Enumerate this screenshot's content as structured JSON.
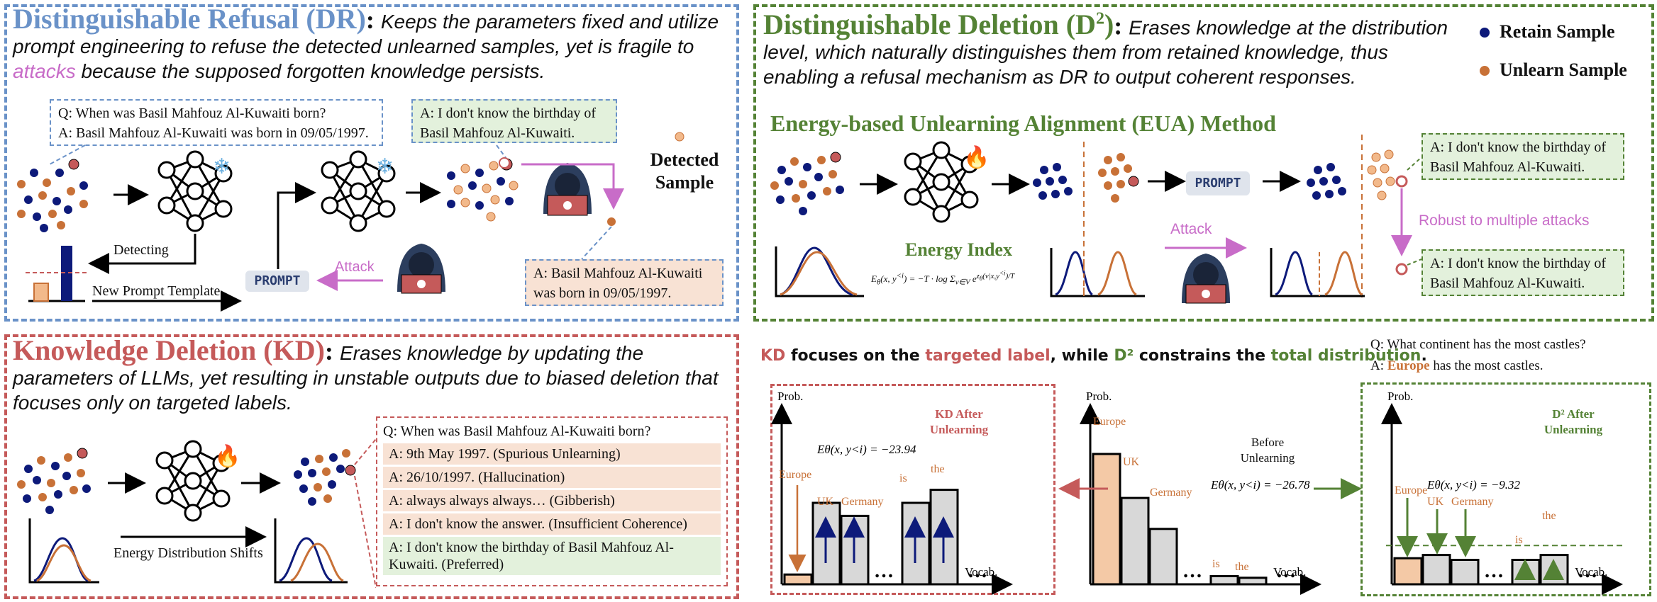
{
  "dr": {
    "title": "Distinguishable Refusal (DR)",
    "desc_1": "Keeps the parameters fixed and utilize prompt engineering to refuse the detected unlearned samples, yet is fragile to ",
    "desc_attacks": "attacks",
    "desc_2": " because the supposed forgotten knowledge persists.",
    "question": "Q: When was Basil Mahfouz Al-Kuwaiti born?",
    "answer": "A: Basil Mahfouz Al-Kuwaiti was born in 09/05/1997.",
    "refusal": "A: I don't know the birthday of Basil Mahfouz Al-Kuwaiti.",
    "leak": "A: Basil Mahfouz Al-Kuwaiti was born in 09/05/1997.",
    "detected_label": "Detected Sample",
    "detecting_label": "Detecting",
    "template_label": "New Prompt Template",
    "prompt_label": "PROMPT",
    "attack_label": "Attack"
  },
  "d2": {
    "title_main": "Distinguishable Deletion (D",
    "title_sup": "2",
    "title_end": ")",
    "desc": "Erases knowledge at the distribution level, which naturally distinguishes them from retained knowledge, thus enabling a refusal mechanism as DR to output coherent responses.",
    "legend_retain": "Retain Sample",
    "legend_unlearn": "Unlearn Sample",
    "method_title": "Energy-based Unlearning Alignment (EUA) Method",
    "energy_index": "Energy Index",
    "prompt_label": "PROMPT",
    "attack_label": "Attack",
    "robust_label": "Robust to multiple attacks",
    "refusal_1": "A: I don't know the birthday of Basil Mahfouz Al-Kuwaiti.",
    "refusal_2": "A: I don't know the birthday of Basil Mahfouz Al-Kuwaiti."
  },
  "kd": {
    "title": "Knowledge Deletion (KD)",
    "desc": "Erases knowledge by updating the parameters of LLMs, yet resulting in unstable outputs due to biased deletion that focuses only on targeted labels.",
    "question": "Q: When was Basil Mahfouz Al-Kuwaiti born?",
    "answers": [
      {
        "text": "A: 9th May 1997. (Spurious Unlearning)",
        "color": "#f8e2d4"
      },
      {
        "text": "A: 26/10/1997. (Hallucination)",
        "color": "#f8e2d4"
      },
      {
        "text": "A: always always always… (Gibberish)",
        "color": "#f8e2d4"
      },
      {
        "text": "A: I don't know the answer. (Insufficient Coherence)",
        "color": "#f8e2d4"
      },
      {
        "text": "A: I don't know the birthday of Basil Mahfouz Al-Kuwaiti. (Preferred)",
        "color": "#e3f1dc"
      }
    ],
    "shift_label": "Energy Distribution Shifts"
  },
  "compare": {
    "headline_kd": "KD",
    "headline_1": " focuses on the ",
    "headline_target": "targeted label",
    "headline_2": ", while ",
    "headline_d2": "D²",
    "headline_3": " constrains the ",
    "headline_total": "total distribution",
    "headline_4": ".",
    "question": "Q: What continent has the most castles?",
    "answer_prefix": "A: ",
    "answer_key": "Europe",
    "answer_suffix": " has the most castles.",
    "prob_label": "Prob.",
    "vocab_label": "Vocab.",
    "ellipsis": "…",
    "kd_after": "KD After Unlearning",
    "before": "Before Unlearning",
    "d2_after": "D² After Unlearning",
    "energy_kd": "Eθ(x, y<i) = −23.94",
    "energy_before": "Eθ(x, y<i) = −26.78",
    "energy_d2": "Eθ(x, y<i) = −9.32",
    "token_labels": [
      "Europe",
      "UK",
      "Germany",
      "is",
      "the"
    ]
  },
  "colors": {
    "blue": "#6a92c8",
    "green": "#548235",
    "red": "#c55a5a",
    "orange": "#c87137",
    "navy": "#0d1a7a",
    "violet": "#c86cc8"
  },
  "chart_data": [
    {
      "type": "bar",
      "title": "",
      "label": "Before Unlearning",
      "categories": [
        "Europe",
        "UK",
        "Germany",
        "…",
        "is",
        "the",
        "…"
      ],
      "values": [
        0.8,
        0.53,
        0.34,
        null,
        0.05,
        0.04,
        null
      ],
      "ylim": [
        0,
        1
      ],
      "energy": -26.78
    },
    {
      "type": "bar",
      "title": "",
      "label": "KD After Unlearning",
      "categories": [
        "Europe",
        "UK",
        "Germany",
        "…",
        "is",
        "the",
        "…"
      ],
      "values": [
        0.06,
        0.5,
        0.42,
        null,
        0.5,
        0.58,
        null
      ],
      "ylim": [
        0,
        1
      ],
      "energy": -23.94
    },
    {
      "type": "bar",
      "title": "",
      "label": "D² After Unlearning",
      "categories": [
        "Europe",
        "UK",
        "Germany",
        "…",
        "is",
        "the",
        "…"
      ],
      "values": [
        0.16,
        0.18,
        0.15,
        null,
        0.15,
        0.18,
        null
      ],
      "ylim": [
        0,
        1
      ],
      "energy": -9.32
    }
  ]
}
